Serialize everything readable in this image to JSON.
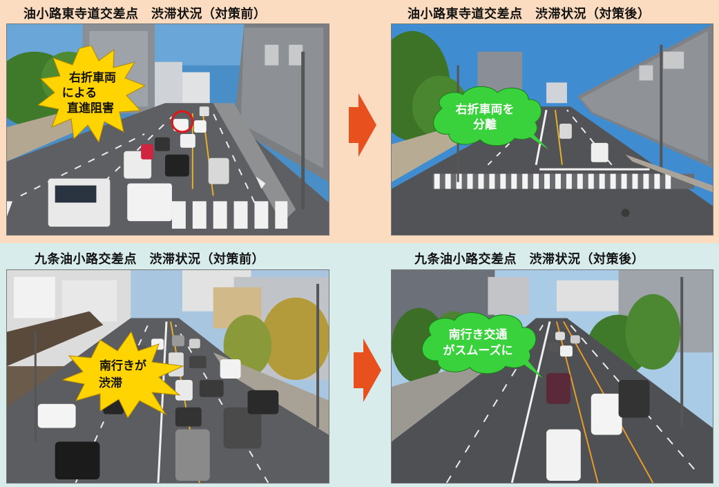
{
  "panels": {
    "top_before": {
      "caption": "油小路東寺道交差点　渋滞状況（対策前）",
      "callout": [
        "右折車両",
        "による",
        "直進阻害"
      ]
    },
    "top_after": {
      "caption": "油小路東寺道交差点　渋滞状況（対策後）",
      "callout": [
        "右折車両を",
        "分離"
      ]
    },
    "bottom_before": {
      "caption": "九条油小路交差点　渋滞状況（対策前）",
      "callout": [
        "南行きが",
        "渋滞"
      ]
    },
    "bottom_after": {
      "caption": "九条油小路交差点　渋滞状況（対策後）",
      "callout": [
        "南行き交通",
        "がスムーズに"
      ]
    }
  },
  "colors": {
    "top_band": "#fcdcc0",
    "bottom_band": "#d8ecec",
    "arrow": "#e8501e",
    "burst_fill": "#ffd400",
    "cloud_fill": "#39d23c"
  }
}
